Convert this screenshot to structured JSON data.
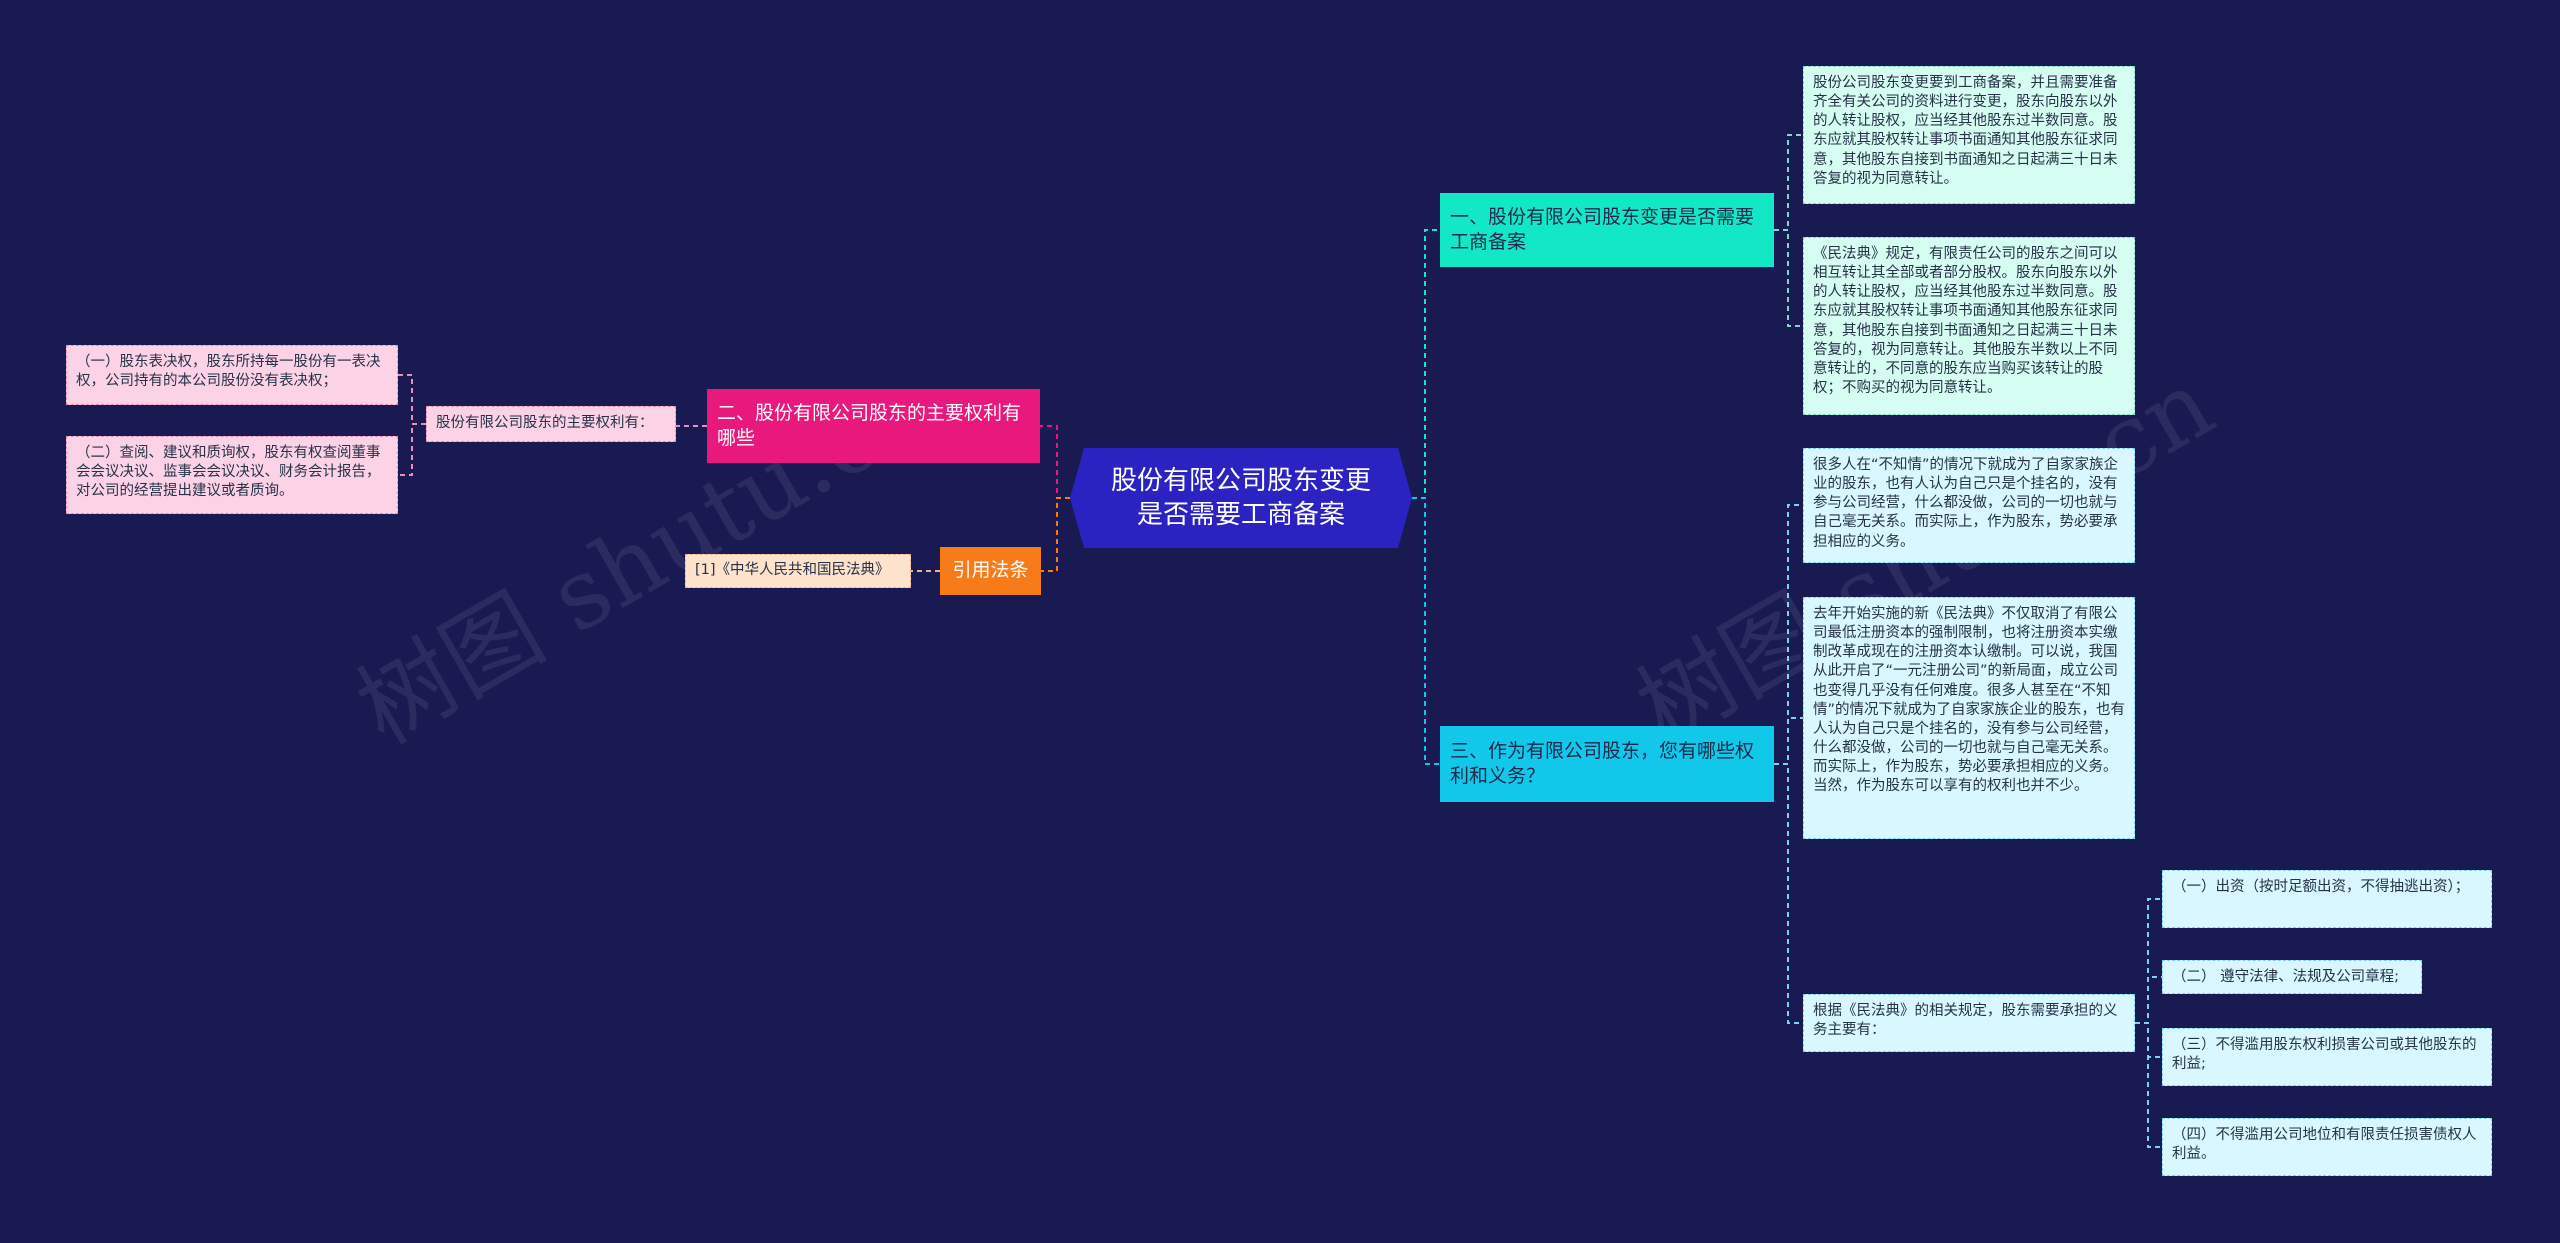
{
  "center": {
    "title": "股份有限公司股东变更是否需要工商备案"
  },
  "branches": {
    "b1": "一、股份有限公司股东变更是否需要工商备案",
    "b2": "二、股份有限公司股东的主要权利有哪些",
    "b3": "三、作为有限公司股东，您有哪些权利和义务？",
    "b4": "引用法条"
  },
  "leaves": {
    "l1": "股份公司股东变更要到工商备案，并且需要准备齐全有关公司的资料进行变更，股东向股东以外的人转让股权，应当经其他股东过半数同意。股东应就其股权转让事项书面通知其他股东征求同意，其他股东自接到书面通知之日起满三十日未答复的视为同意转让。",
    "l2": "《民法典》规定，有限责任公司的股东之间可以相互转让其全部或者部分股权。股东向股东以外的人转让股权，应当经其他股东过半数同意。股东应就其股权转让事项书面通知其他股东征求同意，其他股东自接到书面通知之日起满三十日未答复的，视为同意转让。其他股东半数以上不同意转让的，不同意的股东应当购买该转让的股权；不购买的视为同意转让。",
    "l3": "很多人在“不知情”的情况下就成为了自家家族企业的股东，也有人认为自己只是个挂名的，没有参与公司经营，什么都没做，公司的一切也就与自己毫无关系。而实际上，作为股东，势必要承担相应的义务。",
    "l4": "去年开始实施的新《民法典》不仅取消了有限公司最低注册资本的强制限制，也将注册资本实缴制改革成现在的注册资本认缴制。可以说，我国从此开启了“一元注册公司”的新局面，成立公司也变得几乎没有任何难度。很多人甚至在“不知情”的情况下就成为了自家家族企业的股东，也有人认为自己只是个挂名的，没有参与公司经营，什么都没做，公司的一切也就与自己毫无关系。而实际上，作为股东，势必要承担相应的义务。当然，作为股东可以享有的权利也并不少。",
    "l5": "根据《民法典》的相关规定，股东需要承担的义务主要有：",
    "s1": "（一）出资（按时足额出资，不得抽逃出资）；",
    "s2": "（二） 遵守法律、法规及公司章程;",
    "s3": "（三）不得滥用股东权利损害公司或其他股东的利益;",
    "s4": "（四）不得滥用公司地位和有限责任损害债权人利益。",
    "p0": "股份有限公司股东的主要权利有：",
    "p1": "（一）股东表决权，股东所持每一股份有一表决权，公司持有的本公司股份没有表决权；",
    "p2": "（二）查阅、建议和质询权，股东有权查阅董事会会议决议、监事会会议决议、财务会计报告，对公司的经营提出建议或者质询。",
    "r1": "[1]《中华人民共和国民法典》"
  },
  "watermarks": [
    "树图 shutu.cn",
    "树图 shutu.cn"
  ],
  "colors": {
    "background": "#191a52",
    "center": "#2a23c2",
    "branch1": "#12e8c6",
    "branch2": "#e8187d",
    "branch3": "#11c8ea",
    "branch4": "#f87b1a"
  }
}
